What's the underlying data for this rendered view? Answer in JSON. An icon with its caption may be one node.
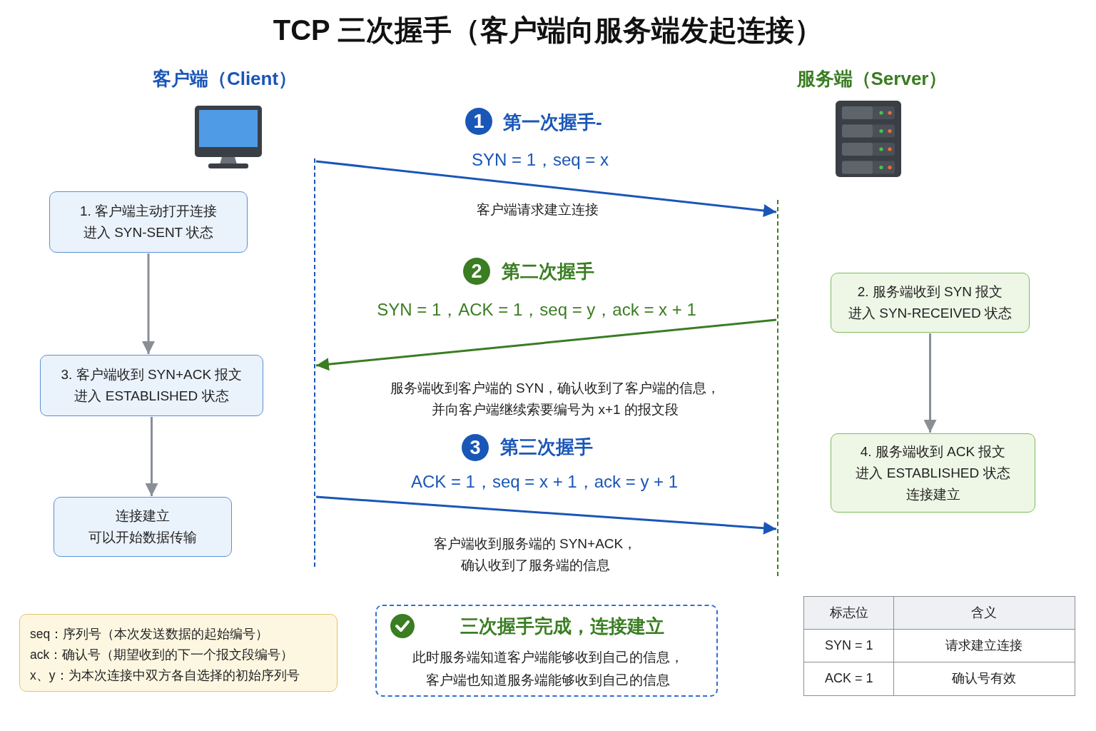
{
  "diagram": {
    "title": "TCP 三次握手（客户端向服务端发起连接）",
    "nodes": [
      {
        "text": [],
        "shape": "bar"
      },
      {
        "text": [],
        "shape": "bar"
      },
      {
        "text": [
          "1. 客户端主动打开连接进入 SYN-SENT 状态"
        ]
      },
      {
        "text": [
          "3. 客户端收到 SYN+ACK 报文进入 ESTABLISHED 状态"
        ]
      },
      {
        "text": [
          "连接建立可以开始数据传输"
        ]
      },
      {
        "text": [
          "2. 服务端收到 SYN 报文进入 SYN-RECEIVED 状态"
        ]
      },
      {
        "text": [
          "4. 服务端收到 ACK 报文进入 ESTABLISHED 状态连接建立"
        ]
      },
      {
        "text": [
          "seq：序列号（本次发送数据的起始编号）",
          "ack：确认号（期望收到的下一个报文段编号）",
          "x、y：为本次连接中双方各自选择的初始序列号"
        ]
      },
      {
        "text": [
          "三次握手完成，连接建立",
          "此时服务端知道客户端能够收到自己的信息，客户端也知道服务端能够收到自己的信息"
        ]
      }
    ],
    "edges": [
      {
        "from": 0,
        "to": 1,
        "arrow": "to",
        "label": "SYN = 1，seq = x",
        "color": "#1a56b8"
      },
      {
        "from": 1,
        "to": 0,
        "arrow": "to",
        "label": "SYN = 1，ACK = 1，seq = y，ack = x + 1",
        "color": "#3a7d22"
      },
      {
        "from": 0,
        "to": 1,
        "arrow": "to",
        "label": "ACK = 1，seq = x + 1，ack = y + 1",
        "color": "#1a56b8"
      },
      {
        "from": 2,
        "to": 3,
        "arrow": "to"
      },
      {
        "from": 3,
        "to": 4,
        "arrow": "to"
      },
      {
        "from": 5,
        "to": 6,
        "arrow": "to"
      }
    ],
    "labels": [
      "客户端（Client）",
      "服务端（Server）",
      "1",
      "第一次握手-",
      "客户端请求建立连接",
      "2",
      "第二次握手",
      "服务端收到客户端的 SYN，确认收到了客户端的信息，并向客户端继续索要编号为 x+1 的报文段",
      "3",
      "第三次握手",
      "客户端收到服务端的 SYN+ACK，确认收到了服务端的信息",
      "标志位",
      "含义",
      "SYN = 1",
      "请求建立连接",
      "ACK = 1",
      "确认号有效"
    ]
  }
}
